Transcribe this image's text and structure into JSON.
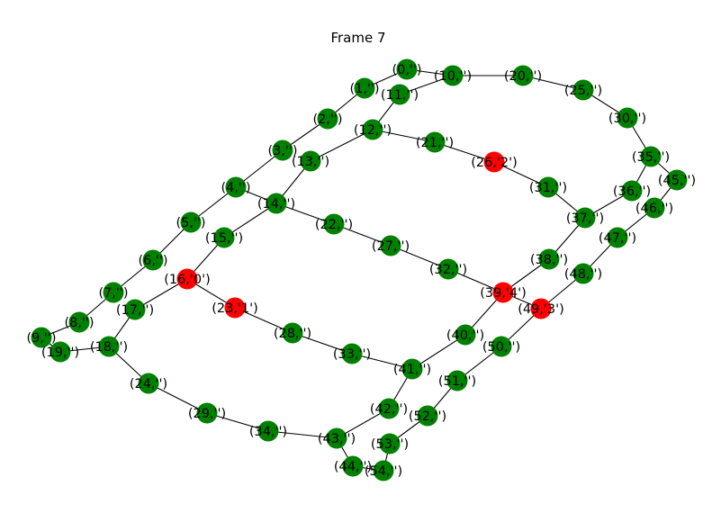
{
  "title": "Frame 7",
  "colors": {
    "default_node": "#008000",
    "highlight_node": "#ff0000",
    "edge": "#000000"
  },
  "nodes": [
    {
      "id": 0,
      "label": "(0,'')",
      "color": "green"
    },
    {
      "id": 1,
      "label": "(1,'')",
      "color": "green"
    },
    {
      "id": 2,
      "label": "(2,'')",
      "color": "green"
    },
    {
      "id": 3,
      "label": "(3,'')",
      "color": "green"
    },
    {
      "id": 4,
      "label": "(4,'')",
      "color": "green"
    },
    {
      "id": 5,
      "label": "(5,'')",
      "color": "green"
    },
    {
      "id": 6,
      "label": "(6,'')",
      "color": "green"
    },
    {
      "id": 7,
      "label": "(7,'')",
      "color": "green"
    },
    {
      "id": 8,
      "label": "(8,'')",
      "color": "green"
    },
    {
      "id": 9,
      "label": "(9,'')",
      "color": "green"
    },
    {
      "id": 10,
      "label": "(10,'')",
      "color": "green"
    },
    {
      "id": 11,
      "label": "(11,'')",
      "color": "green"
    },
    {
      "id": 12,
      "label": "(12,'')",
      "color": "green"
    },
    {
      "id": 13,
      "label": "(13,'')",
      "color": "green"
    },
    {
      "id": 14,
      "label": "(14,'')",
      "color": "green"
    },
    {
      "id": 15,
      "label": "(15,'')",
      "color": "green"
    },
    {
      "id": 16,
      "label": "(16,'0')",
      "color": "red"
    },
    {
      "id": 17,
      "label": "(17,'')",
      "color": "green"
    },
    {
      "id": 18,
      "label": "(18,'')",
      "color": "green"
    },
    {
      "id": 19,
      "label": "(19,'')",
      "color": "green"
    },
    {
      "id": 20,
      "label": "(20,'')",
      "color": "green"
    },
    {
      "id": 21,
      "label": "(21,'')",
      "color": "green"
    },
    {
      "id": 22,
      "label": "(22,'')",
      "color": "green"
    },
    {
      "id": 23,
      "label": "(23,'1')",
      "color": "red"
    },
    {
      "id": 24,
      "label": "(24,'')",
      "color": "green"
    },
    {
      "id": 25,
      "label": "(25,'')",
      "color": "green"
    },
    {
      "id": 26,
      "label": "(26,'2')",
      "color": "red"
    },
    {
      "id": 27,
      "label": "(27,'')",
      "color": "green"
    },
    {
      "id": 28,
      "label": "(28,'')",
      "color": "green"
    },
    {
      "id": 29,
      "label": "(29,'')",
      "color": "green"
    },
    {
      "id": 30,
      "label": "(30,'')",
      "color": "green"
    },
    {
      "id": 31,
      "label": "(31,'')",
      "color": "green"
    },
    {
      "id": 32,
      "label": "(32,'')",
      "color": "green"
    },
    {
      "id": 33,
      "label": "(33,'')",
      "color": "green"
    },
    {
      "id": 34,
      "label": "(34,'')",
      "color": "green"
    },
    {
      "id": 35,
      "label": "(35,'')",
      "color": "green"
    },
    {
      "id": 36,
      "label": "(36,'')",
      "color": "green"
    },
    {
      "id": 37,
      "label": "(37,'')",
      "color": "green"
    },
    {
      "id": 38,
      "label": "(38,'')",
      "color": "green"
    },
    {
      "id": 39,
      "label": "(39,'4')",
      "color": "red"
    },
    {
      "id": 40,
      "label": "(40,'')",
      "color": "green"
    },
    {
      "id": 41,
      "label": "(41,'')",
      "color": "green"
    },
    {
      "id": 42,
      "label": "(42,'')",
      "color": "green"
    },
    {
      "id": 43,
      "label": "(43,'')",
      "color": "green"
    },
    {
      "id": 44,
      "label": "(44,'')",
      "color": "green"
    },
    {
      "id": 45,
      "label": "(45,'')",
      "color": "green"
    },
    {
      "id": 46,
      "label": "(46,'')",
      "color": "green"
    },
    {
      "id": 47,
      "label": "(47,'')",
      "color": "green"
    },
    {
      "id": 48,
      "label": "(48,'')",
      "color": "green"
    },
    {
      "id": 49,
      "label": "(49,'3')",
      "color": "red"
    },
    {
      "id": 50,
      "label": "(50,'')",
      "color": "green"
    },
    {
      "id": 51,
      "label": "(51,'')",
      "color": "green"
    },
    {
      "id": 52,
      "label": "(52,'')",
      "color": "green"
    },
    {
      "id": 53,
      "label": "(53,'')",
      "color": "green"
    },
    {
      "id": 54,
      "label": "(54,'')",
      "color": "green"
    }
  ],
  "edges": [
    [
      0,
      1
    ],
    [
      1,
      2
    ],
    [
      2,
      3
    ],
    [
      3,
      4
    ],
    [
      4,
      5
    ],
    [
      5,
      6
    ],
    [
      6,
      7
    ],
    [
      7,
      8
    ],
    [
      8,
      9
    ],
    [
      9,
      19
    ],
    [
      19,
      18
    ],
    [
      18,
      17
    ],
    [
      17,
      16
    ],
    [
      16,
      15
    ],
    [
      15,
      14
    ],
    [
      14,
      13
    ],
    [
      13,
      12
    ],
    [
      12,
      11
    ],
    [
      11,
      10
    ],
    [
      10,
      0
    ],
    [
      10,
      20
    ],
    [
      20,
      25
    ],
    [
      25,
      30
    ],
    [
      30,
      35
    ],
    [
      35,
      45
    ],
    [
      45,
      46
    ],
    [
      46,
      47
    ],
    [
      47,
      48
    ],
    [
      48,
      49
    ],
    [
      35,
      36
    ],
    [
      36,
      37
    ],
    [
      37,
      38
    ],
    [
      38,
      39
    ],
    [
      49,
      50
    ],
    [
      50,
      51
    ],
    [
      51,
      52
    ],
    [
      52,
      53
    ],
    [
      53,
      54
    ],
    [
      54,
      44
    ],
    [
      44,
      43
    ],
    [
      43,
      42
    ],
    [
      42,
      41
    ],
    [
      41,
      40
    ],
    [
      40,
      39
    ],
    [
      18,
      24
    ],
    [
      24,
      29
    ],
    [
      29,
      34
    ],
    [
      34,
      43
    ],
    [
      16,
      23
    ],
    [
      23,
      28
    ],
    [
      28,
      33
    ],
    [
      33,
      41
    ],
    [
      4,
      14
    ],
    [
      14,
      22
    ],
    [
      22,
      27
    ],
    [
      27,
      32
    ],
    [
      32,
      39
    ],
    [
      12,
      21
    ],
    [
      21,
      26
    ],
    [
      26,
      31
    ],
    [
      31,
      37
    ],
    [
      39,
      49
    ]
  ]
}
